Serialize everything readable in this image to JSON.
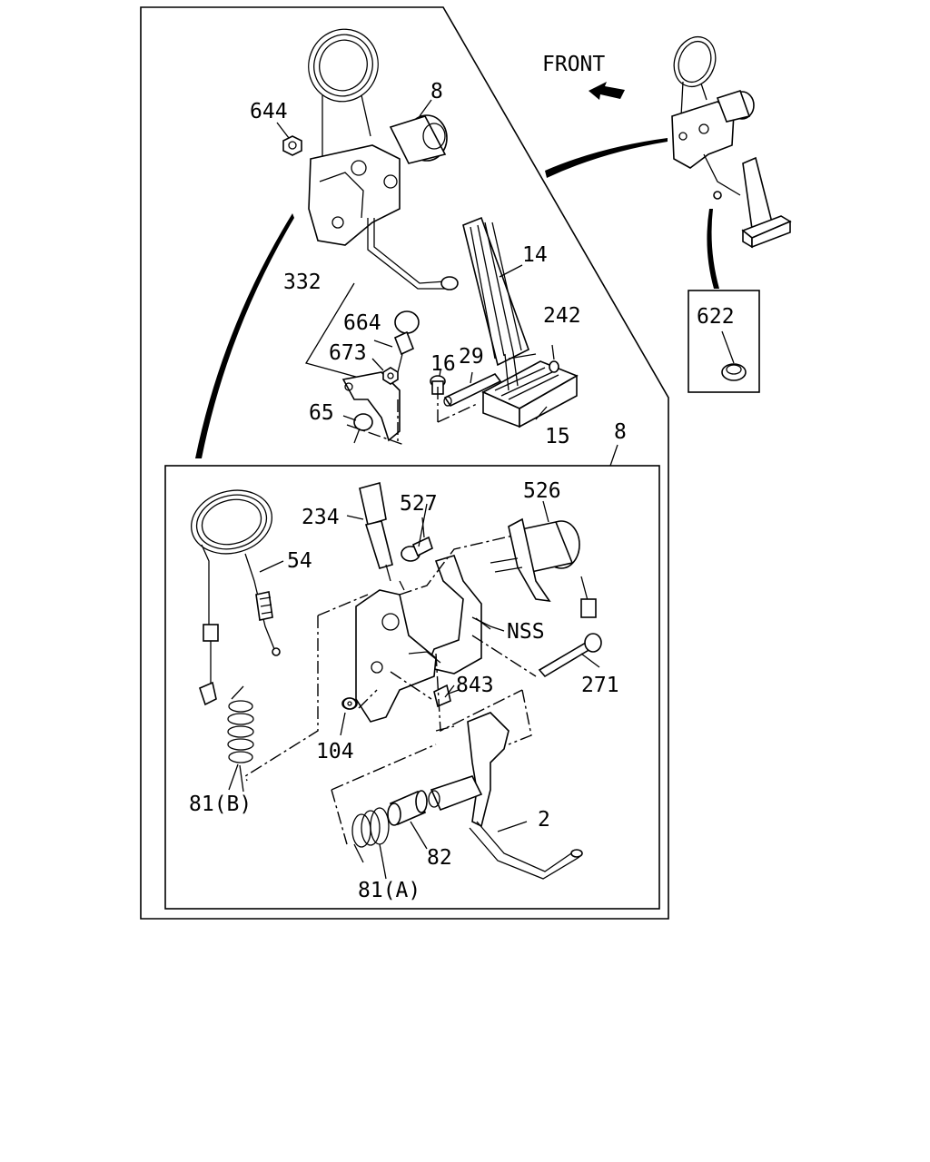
{
  "direction_label": "FRONT",
  "labels": {
    "p644": "644",
    "p8_top": "8",
    "p14": "14",
    "p332": "332",
    "p664": "664",
    "p673": "673",
    "p16": "16",
    "p29": "29",
    "p242": "242",
    "p65": "65",
    "p15": "15",
    "p8_box": "8",
    "p622": "622",
    "p234": "234",
    "p527": "527",
    "p526": "526",
    "p54": "54",
    "pNSS": "NSS",
    "p843": "843",
    "p271": "271",
    "p104": "104",
    "p81B": "81(B)",
    "p2": "2",
    "p82": "82",
    "p81A": "81(A)"
  }
}
